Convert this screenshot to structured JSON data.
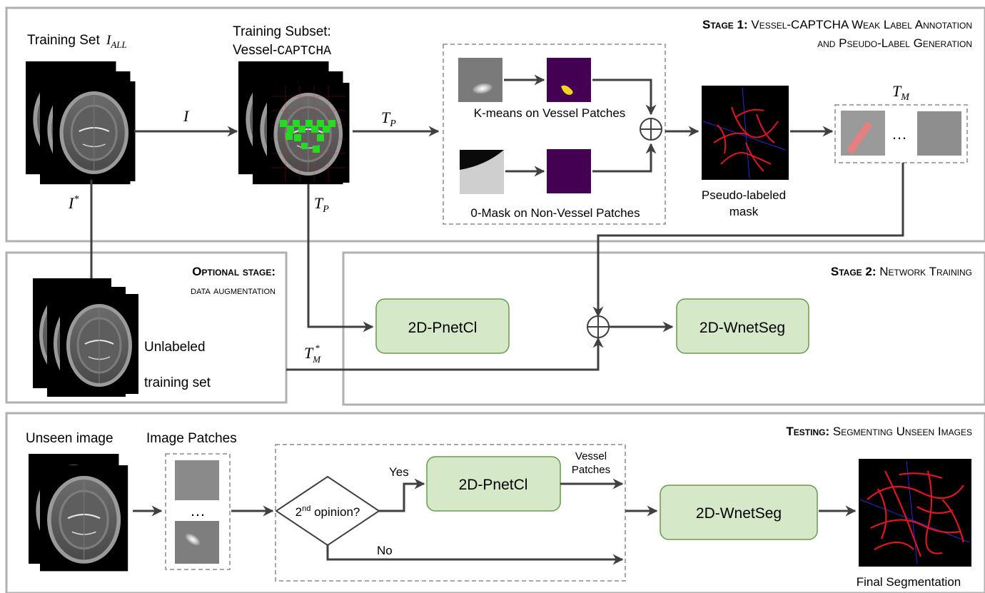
{
  "stage1": {
    "title_bold": "Stage 1:",
    "title_rest": "Vessel-CAPTCHA Weak Label Annotation",
    "title_line2": "and Pseudo-Label Generation",
    "training_set_label": "Training Set",
    "training_set_symbol": "I",
    "training_set_subscript": "ALL",
    "subset_label_line1": "Training Subset:",
    "subset_label_line2_prefix": "Vessel-",
    "subset_label_line2_mono": "CAPTCHA",
    "arrow_I": "I",
    "arrow_Istar": "I",
    "arrow_Istar_sup": "*",
    "arrow_TP": "T",
    "arrow_TP_sub": "P",
    "arrow_TP2": "T",
    "arrow_TP2_sub": "P",
    "kmeans_label": "K-means on Vessel Patches",
    "zero_mask_label": "0-Mask on Non-Vessel Patches",
    "pseudo_label_line1": "Pseudo-labeled",
    "pseudo_label_line2": "mask",
    "tm_label": "T",
    "tm_sub": "M",
    "ellipsis": "…"
  },
  "optional": {
    "title_bold": "Optional stage:",
    "title_rest": "data augmentation",
    "unlabeled_line1": "Unlabeled",
    "unlabeled_line2": "training set",
    "tm_star": "T",
    "tm_star_sub": "M",
    "tm_star_sup": "*"
  },
  "stage2": {
    "title_bold": "Stage 2:",
    "title_rest": "Network Training",
    "pnet_label": "2D-PnetCl",
    "wnet_label": "2D-WnetSeg"
  },
  "testing": {
    "title_bold": "Testing:",
    "title_rest": "Segmenting Unseen Images",
    "unseen_label": "Unseen image",
    "patches_label": "Image Patches",
    "patches_ellipsis": "…",
    "decision_prefix": "2",
    "decision_sup": "nd",
    "decision_rest": " opinion?",
    "yes_label": "Yes",
    "no_label": "No",
    "pnet_label": "2D-PnetCl",
    "vessel_patches_line1": "Vessel",
    "vessel_patches_line2": "Patches",
    "wnet_label": "2D-WnetSeg",
    "final_label": "Final Segmentation"
  },
  "colors": {
    "network_fill": "#d5e8c8",
    "network_stroke": "#6a9a4e",
    "panel_stroke": "#b0b0b0",
    "arrow": "#404040",
    "vessel_red": "#e0161d",
    "captcha_green": "#26d923",
    "mask_purple": "#440154",
    "mask_yellow": "#f2d41c"
  }
}
